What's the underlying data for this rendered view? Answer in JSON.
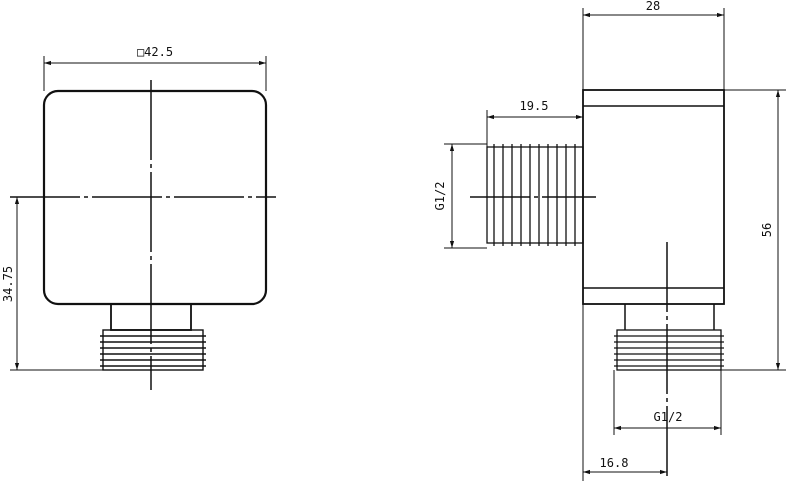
{
  "drawing": {
    "front_view": {
      "width_label": "□42.5",
      "height_label": "34.75"
    },
    "side_view": {
      "depth_label": "28",
      "thread_length_label": "19.5",
      "side_thread_label": "G1/2",
      "height_label": "56",
      "bottom_thread_label": "G1/2",
      "offset_label": "16.8"
    }
  }
}
